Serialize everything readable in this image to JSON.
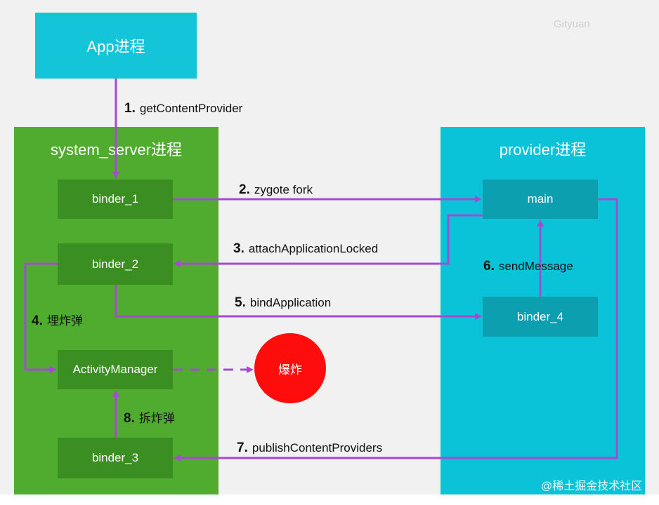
{
  "app_process": {
    "label": "App进程"
  },
  "watermark": "Gityuan",
  "system_server": {
    "title": "system_server进程",
    "binder_1": "binder_1",
    "binder_2": "binder_2",
    "activity_manager": "ActivityManager",
    "binder_3": "binder_3"
  },
  "provider_process": {
    "title": "provider进程",
    "main": "main",
    "binder_4": "binder_4"
  },
  "explosion": "爆炸",
  "steps": [
    {
      "num": "1.",
      "text": "getContentProvider"
    },
    {
      "num": "2.",
      "text": "zygote fork"
    },
    {
      "num": "3.",
      "text": "attachApplicationLocked"
    },
    {
      "num": "4.",
      "text": "埋炸弹"
    },
    {
      "num": "5.",
      "text": "bindApplication"
    },
    {
      "num": "6.",
      "text": "sendMessage"
    },
    {
      "num": "7.",
      "text": "publishContentProviders"
    },
    {
      "num": "8.",
      "text": "拆炸弹"
    }
  ],
  "footer_watermark": "@稀土掘金技术社区",
  "colors": {
    "app_box": "#14c4d8",
    "system_server_bg": "#4fac2e",
    "system_server_box": "#3b8f22",
    "provider_bg": "#0bc3d8",
    "provider_box": "#0b9fb0",
    "arrow": "#a44bd0",
    "explosion": "#ff0d0d"
  }
}
